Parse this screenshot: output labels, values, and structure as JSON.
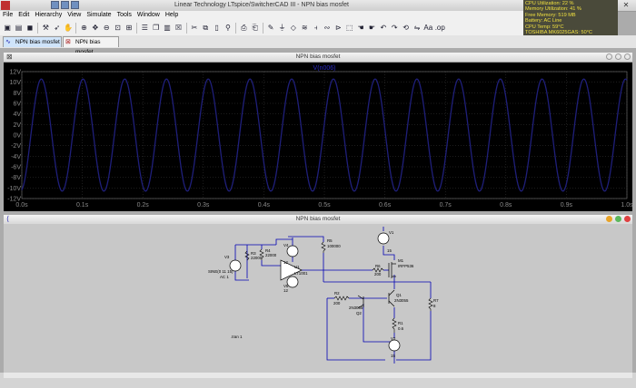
{
  "window": {
    "title": "Linear Technology LTspice/SwitcherCAD III - NPN bias mosfet"
  },
  "sysmon": {
    "lines": [
      "CPU Utilization: 22 %",
      "Memory Utilization: 41 %",
      "Free Memory: 519 MB",
      "Battery: AC Line",
      "CPU Temp: 59°C",
      "TOSHIBA MK6025GAS: 50°C"
    ]
  },
  "menu": [
    "File",
    "Edit",
    "Hierarchy",
    "View",
    "Simulate",
    "Tools",
    "Window",
    "Help"
  ],
  "tabs": [
    {
      "label": "NPN bias mosfet",
      "icon": "waveform-icon"
    },
    {
      "label": "NPN bias mosfet",
      "icon": "schematic-icon"
    }
  ],
  "plot": {
    "title": "NPN bias mosfet",
    "trace_label": "V(n006)",
    "colors": {
      "background": "#000000",
      "trace": "#1f1f7a",
      "grid": "#3a3a3a",
      "axis_text": "#8a8a8a",
      "label": "#2b2bc8"
    }
  },
  "chart_data": {
    "type": "line",
    "title": "",
    "series": [
      {
        "name": "V(n006)",
        "function": "sine",
        "amplitude": 10.6,
        "offset": 0,
        "frequency_hz": 14.5,
        "phase": "crosses zero rising near 0.015s"
      }
    ],
    "xlim": [
      0,
      1
    ],
    "ylim": [
      -12,
      12
    ],
    "x_ticks": [
      "0.0s",
      "0.1s",
      "0.2s",
      "0.3s",
      "0.4s",
      "0.5s",
      "0.6s",
      "0.7s",
      "0.8s",
      "0.9s",
      "1.0s"
    ],
    "y_ticks": [
      "12V",
      "10V",
      "8V",
      "6V",
      "4V",
      "2V",
      "0V",
      "-2V",
      "-4V",
      "-6V",
      "-8V",
      "-10V",
      "-12V"
    ],
    "grid": true
  },
  "schematic": {
    "title": "NPN bias mosfet",
    "components": {
      "V3": {
        "name": "V3",
        "value": "SINE(0 11 15)",
        "sub": "AC 1"
      },
      "R3": {
        "name": "R3",
        "value": "22000"
      },
      "R4": {
        "name": "R4",
        "value": "22000"
      },
      "V4": {
        "name": "V4",
        "value": "12"
      },
      "U1": {
        "name": "U1",
        "value": "LT1001"
      },
      "V5": {
        "name": "V5",
        "value": "12"
      },
      "R5": {
        "name": "R5",
        "value": "100000"
      },
      "V1": {
        "name": "V1",
        "value": "15"
      },
      "M1": {
        "name": "M1",
        "value": "IRFP536"
      },
      "R6": {
        "name": "R6",
        "value": "200"
      },
      "R2": {
        "name": "R2",
        "value": "200"
      },
      "Q2": {
        "name": "Q2",
        "value": "2N3055"
      },
      "Q1": {
        "name": "Q1",
        "value": "2N3055"
      },
      "R7": {
        "name": "R7",
        "value": "8"
      },
      "R1": {
        "name": "R1",
        "value": "0.6"
      },
      "V2": {
        "name": "V2",
        "value": "15"
      }
    },
    "directive": ".tran 1",
    "colors": {
      "wire": "#0000b4",
      "component": "#000000",
      "background": "#c8c8c8"
    }
  }
}
